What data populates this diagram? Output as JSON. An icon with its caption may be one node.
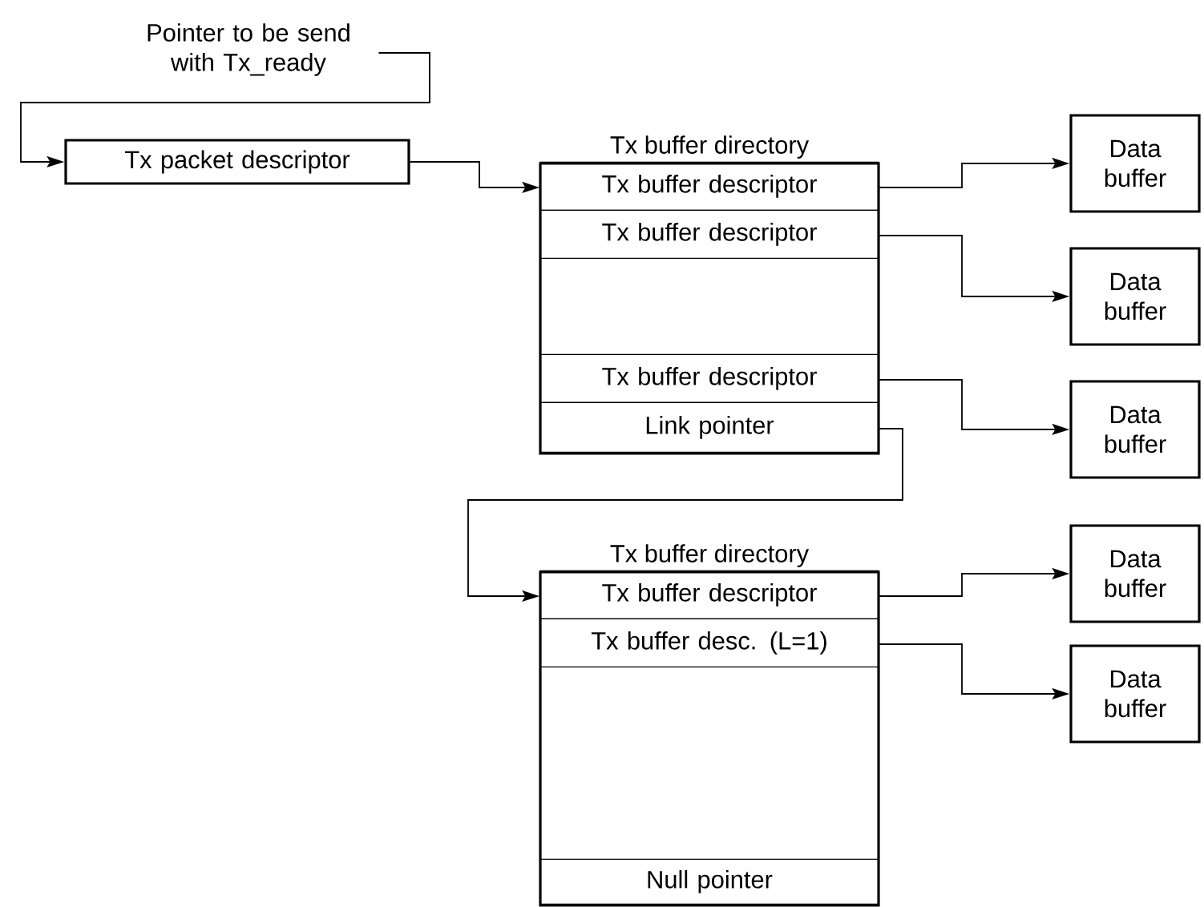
{
  "diagram": {
    "nodes": [
      {
        "text": [
          "Pointer to be send with Tx_ready"
        ]
      },
      {
        "text": [
          "Tx packet descriptor"
        ]
      },
      {
        "text": [
          "Tx buffer directory"
        ]
      },
      {
        "text": [
          "Tx buffer descriptor"
        ],
        "in": 2
      },
      {
        "text": [
          "Tx buffer descriptor"
        ],
        "in": 2
      },
      {
        "text": [
          "Tx buffer descriptor"
        ],
        "in": 2
      },
      {
        "text": [
          "Link pointer"
        ],
        "in": 2
      },
      {
        "text": [
          "Tx buffer directory"
        ]
      },
      {
        "text": [
          "Tx buffer descriptor"
        ],
        "in": 7
      },
      {
        "text": [
          "Tx buffer desc. (L=1)"
        ],
        "in": 7
      },
      {
        "text": [
          "Null pointer"
        ],
        "in": 7
      },
      {
        "text": [
          "Data buffer"
        ]
      },
      {
        "text": [
          "Data buffer"
        ]
      },
      {
        "text": [
          "Data buffer"
        ]
      },
      {
        "text": [
          "Data buffer"
        ]
      },
      {
        "text": [
          "Data buffer"
        ]
      }
    ],
    "edges": [
      {
        "from": 0,
        "to": 1,
        "arrow": "to"
      },
      {
        "from": 1,
        "to": 3,
        "arrow": "to"
      },
      {
        "from": 3,
        "to": 11,
        "arrow": "to"
      },
      {
        "from": 4,
        "to": 12,
        "arrow": "to"
      },
      {
        "from": 5,
        "to": 13,
        "arrow": "to"
      },
      {
        "from": 6,
        "to": 8,
        "arrow": "to"
      },
      {
        "from": 8,
        "to": 14,
        "arrow": "to"
      },
      {
        "from": 9,
        "to": 15,
        "arrow": "to"
      }
    ]
  }
}
